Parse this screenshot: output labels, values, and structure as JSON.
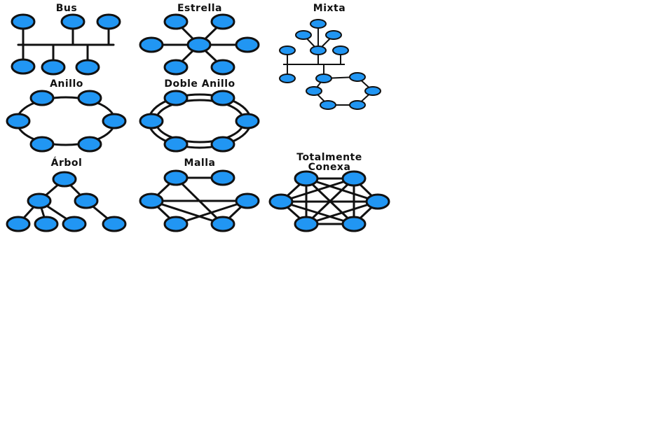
{
  "topologies": [
    {
      "key": "bus",
      "label": "Bus"
    },
    {
      "key": "star",
      "label": "Estrella"
    },
    {
      "key": "mixed",
      "label": "Mixta"
    },
    {
      "key": "ring",
      "label": "Anillo"
    },
    {
      "key": "double_ring",
      "label": "Doble Anillo"
    },
    {
      "key": "tree",
      "label": "Árbol"
    },
    {
      "key": "mesh",
      "label": "Malla"
    },
    {
      "key": "full",
      "label_line1": "Totalmente",
      "label_line2": "Conexa"
    }
  ],
  "colors": {
    "node_fill": "#2196f3",
    "stroke": "#111111",
    "background": "#ffffff"
  }
}
